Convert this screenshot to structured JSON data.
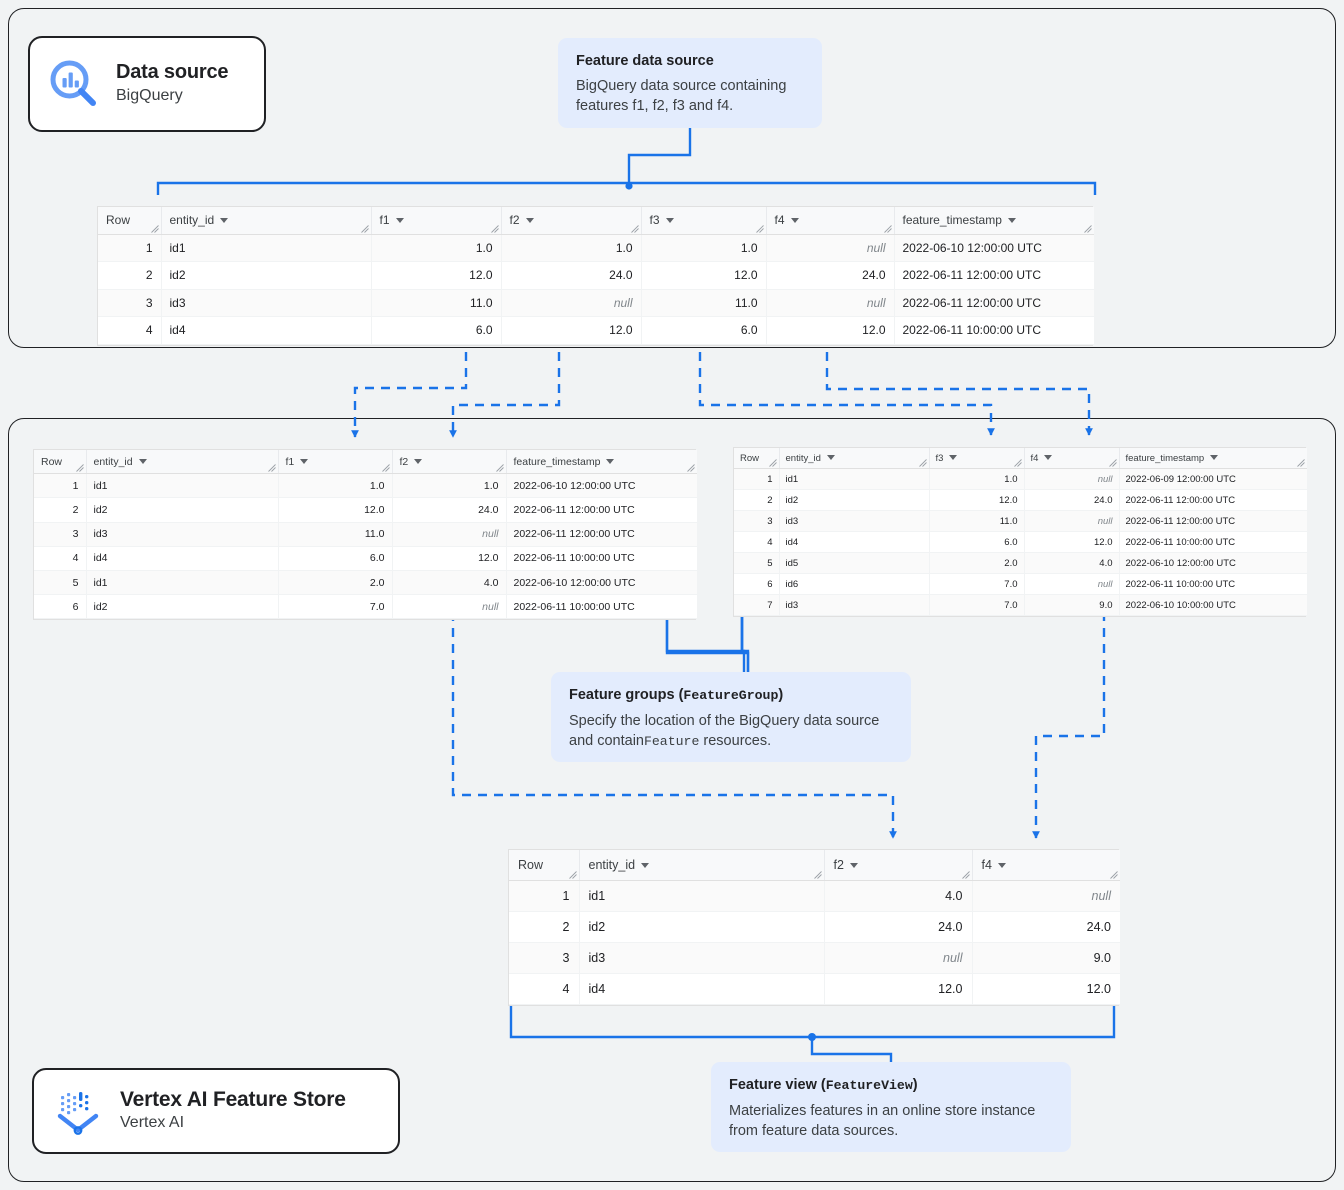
{
  "cards": {
    "datasource": {
      "title": "Data source",
      "subtitle": "BigQuery",
      "icon": "bigquery-magnifier-icon"
    },
    "featurestore": {
      "title": "Vertex AI Feature Store",
      "subtitle": "Vertex AI",
      "icon": "vertex-ai-funnel-icon"
    }
  },
  "callouts": {
    "feature_data_source": {
      "title": "Feature data source",
      "body": "BigQuery data source containing features f1, f2, f3 and f4."
    },
    "feature_groups": {
      "title_plain": "Feature groups (",
      "title_code": "FeatureGroup",
      "title_close": ")",
      "body_part1": "Specify the location of the BigQuery data source and contain",
      "body_code": "Feature",
      "body_part2": " resources."
    },
    "feature_view": {
      "title_plain": "Feature view (",
      "title_code": "FeatureView",
      "title_close": ")",
      "body": "Materializes features in an online store instance from feature data sources."
    }
  },
  "colors": {
    "accent": "#1a73e8",
    "callout_bg": "#e3ecfd",
    "panel_bg": "#f1f3f4",
    "border": "#202124"
  },
  "tables": {
    "source": {
      "name": "feature-data-source-table",
      "columns": [
        "Row",
        "entity_id",
        "f1",
        "f2",
        "f3",
        "f4",
        "feature_timestamp"
      ],
      "rows": [
        [
          "1",
          "id1",
          "1.0",
          "1.0",
          "1.0",
          "null",
          "2022-06-10 12:00:00 UTC"
        ],
        [
          "2",
          "id2",
          "12.0",
          "24.0",
          "12.0",
          "24.0",
          "2022-06-11 12:00:00 UTC"
        ],
        [
          "3",
          "id3",
          "11.0",
          "null",
          "11.0",
          "null",
          "2022-06-11 12:00:00 UTC"
        ],
        [
          "4",
          "id4",
          "6.0",
          "12.0",
          "6.0",
          "12.0",
          "2022-06-11 10:00:00 UTC"
        ]
      ]
    },
    "feature_group_left": {
      "name": "feature-group-left-table",
      "columns": [
        "Row",
        "entity_id",
        "f1",
        "f2",
        "feature_timestamp"
      ],
      "rows": [
        [
          "1",
          "id1",
          "1.0",
          "1.0",
          "2022-06-10 12:00:00 UTC"
        ],
        [
          "2",
          "id2",
          "12.0",
          "24.0",
          "2022-06-11 12:00:00 UTC"
        ],
        [
          "3",
          "id3",
          "11.0",
          "null",
          "2022-06-11 12:00:00 UTC"
        ],
        [
          "4",
          "id4",
          "6.0",
          "12.0",
          "2022-06-11 10:00:00 UTC"
        ],
        [
          "5",
          "id1",
          "2.0",
          "4.0",
          "2022-06-10 12:00:00 UTC"
        ],
        [
          "6",
          "id2",
          "7.0",
          "null",
          "2022-06-11 10:00:00 UTC"
        ]
      ]
    },
    "feature_group_right": {
      "name": "feature-group-right-table",
      "columns": [
        "Row",
        "entity_id",
        "f3",
        "f4",
        "feature_timestamp"
      ],
      "rows": [
        [
          "1",
          "id1",
          "1.0",
          "null",
          "2022-06-09 12:00:00 UTC"
        ],
        [
          "2",
          "id2",
          "12.0",
          "24.0",
          "2022-06-11 12:00:00 UTC"
        ],
        [
          "3",
          "id3",
          "11.0",
          "null",
          "2022-06-11 12:00:00 UTC"
        ],
        [
          "4",
          "id4",
          "6.0",
          "12.0",
          "2022-06-11 10:00:00 UTC"
        ],
        [
          "5",
          "id5",
          "2.0",
          "4.0",
          "2022-06-10 12:00:00 UTC"
        ],
        [
          "6",
          "id6",
          "7.0",
          "null",
          "2022-06-11 10:00:00 UTC"
        ],
        [
          "7",
          "id3",
          "7.0",
          "9.0",
          "2022-06-10 10:00:00 UTC"
        ]
      ]
    },
    "feature_view": {
      "name": "feature-view-table",
      "columns": [
        "Row",
        "entity_id",
        "f2",
        "f4"
      ],
      "rows": [
        [
          "1",
          "id1",
          "4.0",
          "null"
        ],
        [
          "2",
          "id2",
          "24.0",
          "24.0"
        ],
        [
          "3",
          "id3",
          "null",
          "9.0"
        ],
        [
          "4",
          "id4",
          "12.0",
          "12.0"
        ]
      ]
    }
  }
}
